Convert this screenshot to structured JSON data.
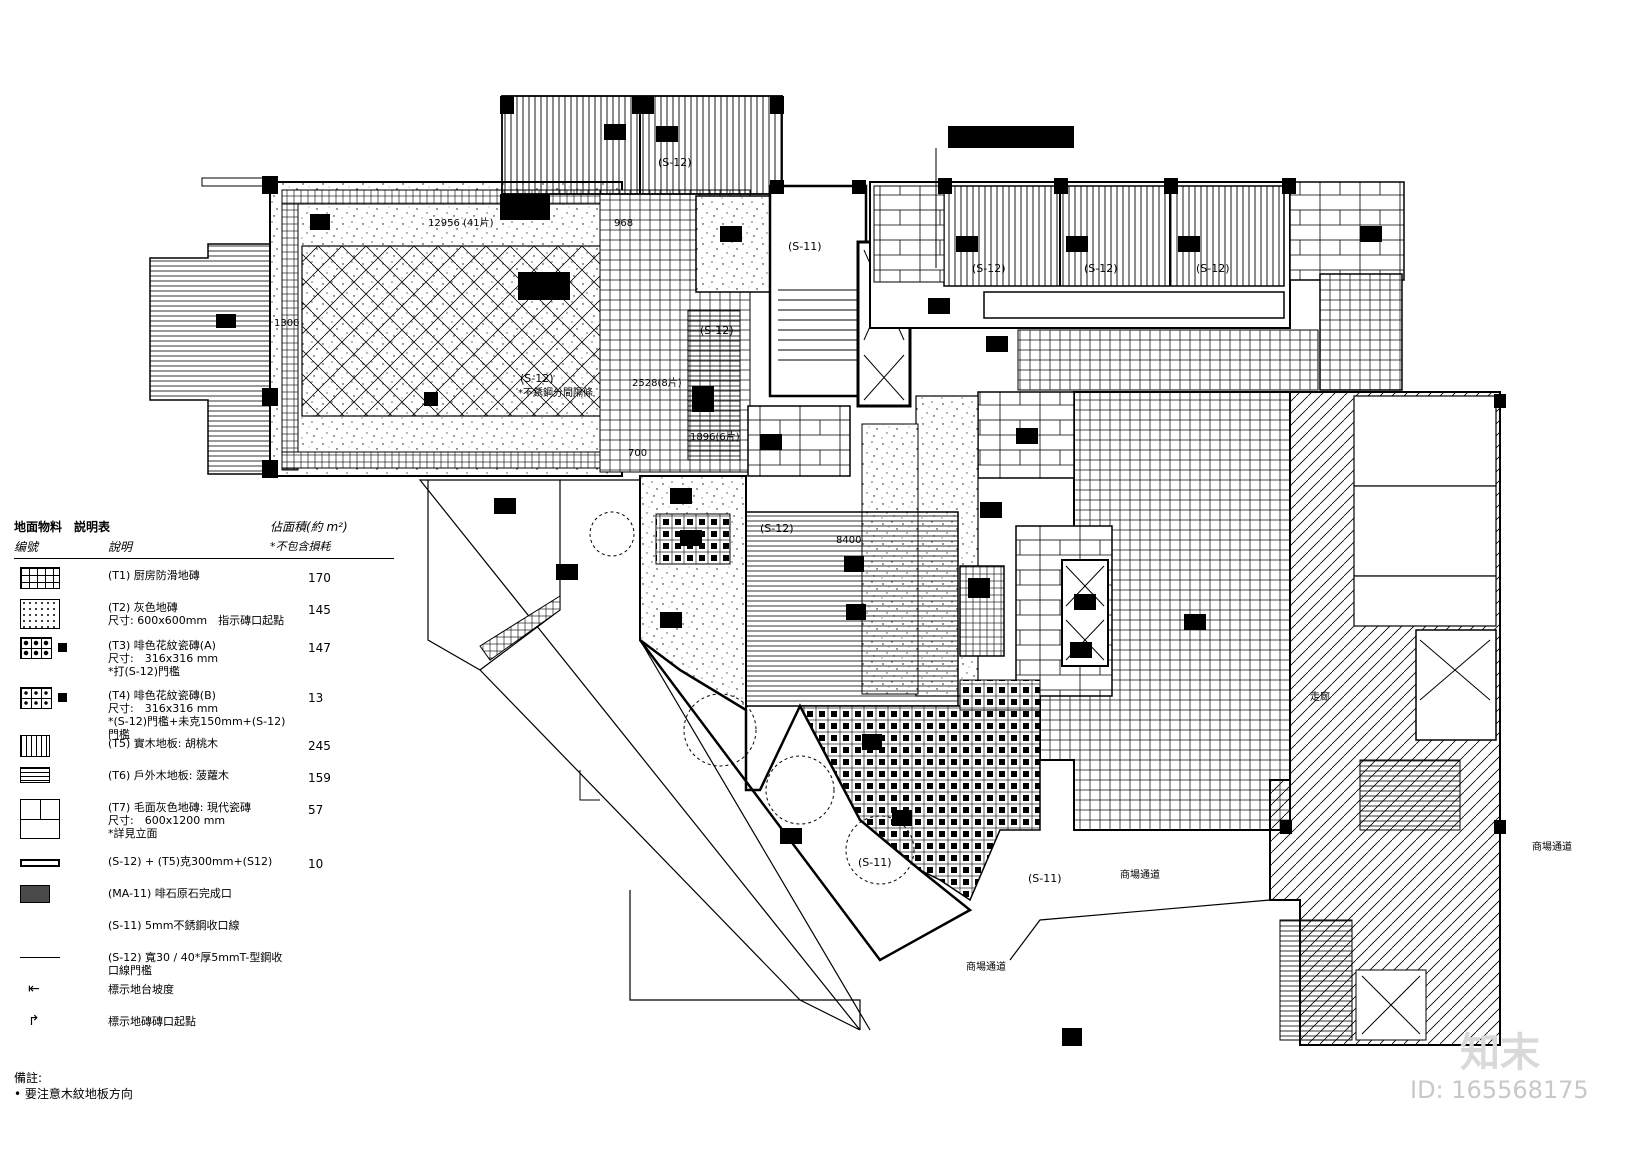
{
  "legend": {
    "header": {
      "title": "地面物料　説明表",
      "code_col": "编號",
      "desc_col": "說明",
      "area_col": "佔面積(約 m²)",
      "area_note": "*不包含損耗"
    },
    "items": [
      {
        "code": "T1",
        "desc": "(T1) 厨房防滑地磚",
        "area": "170",
        "pattern": "grid"
      },
      {
        "code": "T2",
        "desc": "(T2) 灰色地磚\n尺寸: 600x600mm　指示磚口起點",
        "area": "145",
        "pattern": "speckle"
      },
      {
        "code": "T3",
        "desc": "(T3) 啡色花紋瓷磚(A)\n尺寸:　316x316 mm\n*打(S-12)門檻",
        "area": "147",
        "pattern": "mosaic"
      },
      {
        "code": "T4",
        "desc": "(T4) 啡色花紋瓷磚(B)\n尺寸:　316x316 mm\n*(S-12)門檻+未克150mm+(S-12)門檻",
        "area": "13",
        "pattern": "mosaic2"
      },
      {
        "code": "T5",
        "desc": "(T5) 實木地板: 胡桃木",
        "area": "245",
        "pattern": "vertical"
      },
      {
        "code": "T6",
        "desc": "(T6) 戶外木地板: 菠蘿木",
        "area": "159",
        "pattern": "horizontal"
      },
      {
        "code": "T7",
        "desc": "(T7) 毛面灰色地磚: 現代瓷磚\n尺寸:　600x1200 mm\n*詳見立面",
        "area": "57",
        "pattern": "brick"
      },
      {
        "code": "S12T5",
        "desc": "(S-12) + (T5)克300mm+(S12)",
        "area": "10",
        "pattern": "band"
      },
      {
        "code": "MA11",
        "desc": "(MA-11) 啡石原石完成口",
        "area": "",
        "pattern": "dark"
      },
      {
        "code": "S11",
        "desc": "(S-11) 5mm不銹鋼收口線",
        "area": "",
        "pattern": "none"
      },
      {
        "code": "S12",
        "desc": "(S-12) 寬30 / 40*厚5mmT-型鋼收口線門檻",
        "area": "",
        "pattern": "line"
      },
      {
        "code": "DIR",
        "desc": "標示地台坡度",
        "area": "",
        "pattern": "arrow"
      },
      {
        "code": "START",
        "desc": "標示地磚磚口起點",
        "area": "",
        "pattern": "corner"
      }
    ]
  },
  "notes": {
    "title": "備註:",
    "bullet": "要注意木紋地板方向"
  },
  "plan_labels": {
    "s12_a": "(S-12)",
    "s12_b": "(S-12)",
    "s12_c": "(S-12)",
    "s12_d": "(S-12)",
    "s12_e": "(S-12)",
    "s12_f": "(S-12)",
    "s12_g": "(S-12)",
    "s11_a": "(S-11)",
    "s11_b": "(S-11)",
    "s11_c": "(S-11)",
    "dim_12956": "12956 (41片)",
    "dim_2528": "2528(8片)",
    "dim_1896": "1896(6片)",
    "dim_8400": "8400",
    "dim_1300": "1300",
    "dim_700": "700",
    "dim_968": "968",
    "note_sliding": "*不銹鋼分間隔條",
    "entrance_a": "商場通道",
    "entrance_b": "商場通道",
    "entrance_c": "商場通道",
    "corridor": "走廊"
  },
  "watermark": {
    "brand": "知末",
    "id": "ID: 165568175"
  }
}
